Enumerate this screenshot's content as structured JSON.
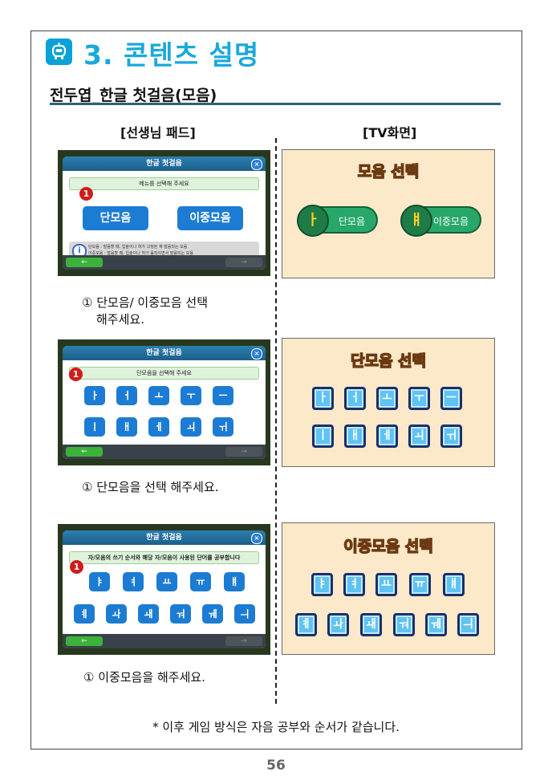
{
  "header": {
    "title": "3. 콘텐츠 설명",
    "subtitle": "전두엽_한글 첫걸음(모음)"
  },
  "columns": {
    "left": "[선생님 패드]",
    "right": "[TV화면]"
  },
  "pad1": {
    "dialog_title": "한글 첫걸음",
    "guide": "메뉴를 선택해 주세요",
    "badge": "1",
    "btn_single": "단모음",
    "btn_double": "이중모음",
    "info_line1": "단모음 : 발음할 때, 입술이나 혀가 고정된 채 발음되는 모음",
    "info_line2": "이중모음 : 발음할 때, 입술이나 혀가 움직이면서 발음되는 모음",
    "close": "×",
    "back": "←",
    "forward": "→"
  },
  "caption1": {
    "line1": "① 단모음/ 이중모음 선택",
    "line2": "해주세요."
  },
  "tv1": {
    "title": "모음 선택",
    "btn_single": "단모음",
    "btn_double": "이중모음",
    "icon_single": "ㅏ",
    "icon_double": "ㅒ"
  },
  "pad2": {
    "dialog_title": "한글 첫걸음",
    "guide": "단모음을 선택해 주세요",
    "badge": "1",
    "row1": [
      "ㅏ",
      "ㅓ",
      "ㅗ",
      "ㅜ",
      "ㅡ"
    ],
    "row2": [
      "ㅣ",
      "ㅐ",
      "ㅔ",
      "ㅚ",
      "ㅟ"
    ],
    "close": "×",
    "back": "←",
    "forward": "→"
  },
  "caption2": "① 단모음을 선택 해주세요.",
  "tv2": {
    "title": "단모음 선택",
    "row1": [
      "ㅏ",
      "ㅓ",
      "ㅗ",
      "ㅜ",
      "ㅡ"
    ],
    "row2": [
      "ㅣ",
      "ㅐ",
      "ㅔ",
      "ㅚ",
      "ㅟ"
    ]
  },
  "pad3": {
    "dialog_title": "한글 첫걸음",
    "guide": "자/모음의 쓰기 순서와 해당 자/모음이 사용된 단어를 공부합니다",
    "badge": "1",
    "row1": [
      "ㅑ",
      "ㅕ",
      "ㅛ",
      "ㅠ",
      "ㅒ"
    ],
    "row2": [
      "ㅖ",
      "ㅘ",
      "ㅙ",
      "ㅝ",
      "ㅞ",
      "ㅢ"
    ],
    "close": "×",
    "back": "←",
    "forward": "→"
  },
  "caption3": "① 이중모음을 해주세요.",
  "tv3": {
    "title": "이중모음 선택",
    "row1": [
      "ㅑ",
      "ㅕ",
      "ㅛ",
      "ㅠ",
      "ㅒ"
    ],
    "row2": [
      "ㅖ",
      "ㅘ",
      "ㅙ",
      "ㅝ",
      "ㅞ",
      "ㅢ"
    ]
  },
  "footnote": "* 이후 게임 방식은 자음 공부와 순서가 같습니다.",
  "page_number": "56",
  "colors": {
    "accent": "#19a9dc",
    "button_blue": "#1c7cd3",
    "badge_red": "#d21b1b",
    "tv_bg": "#fbe9c9",
    "tile_blue": "#5fc3f3"
  }
}
